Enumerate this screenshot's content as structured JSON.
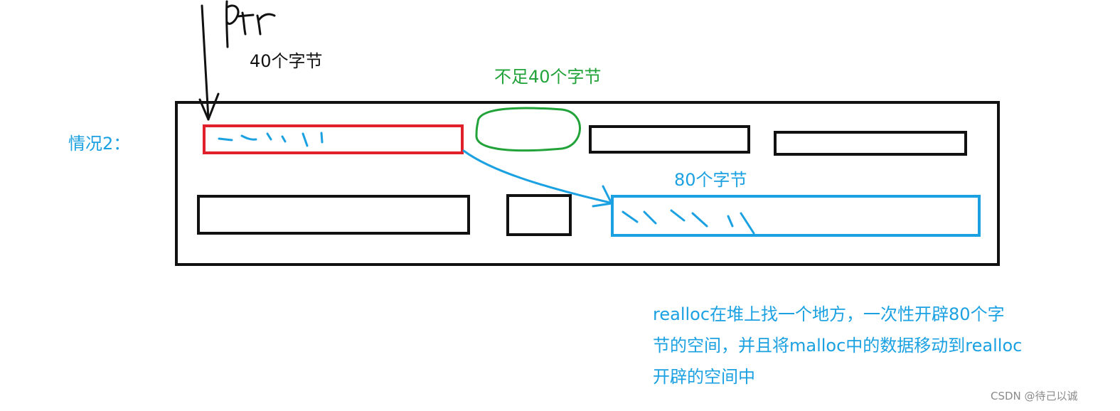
{
  "labels": {
    "pointer_name": "ptr",
    "case_label": "情况2：",
    "original_size": "40个字节",
    "insufficient_space": "不足40个字节",
    "new_size": "80个字节",
    "note_lines": [
      "realloc在堆上找一个地方，一次性开辟80个字",
      "节的空间，并且将malloc中的数据移动到realloc",
      "开辟的空间中"
    ],
    "watermark": "CSDN @待己以诚"
  },
  "colors": {
    "black": "#111111",
    "red": "#e0212b",
    "green": "#22a33a",
    "blue": "#1ba1e2",
    "gray": "#8a8a8a"
  }
}
